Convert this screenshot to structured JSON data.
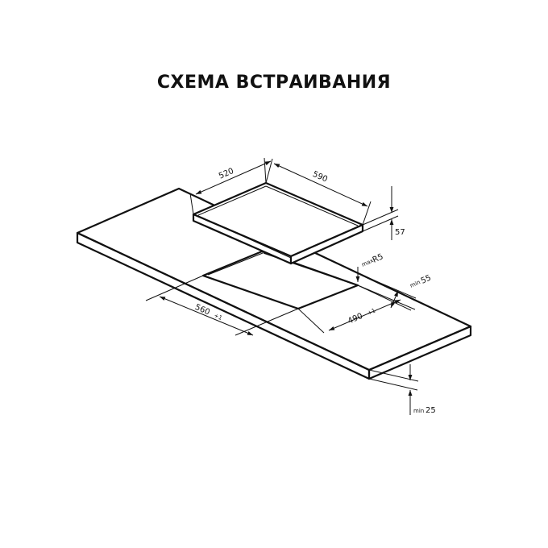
{
  "title": "СХЕМА ВСТРАИВАНИЯ",
  "dimensions": {
    "hob_depth": "520",
    "hob_width": "590",
    "hob_height": "57",
    "corner_radius_prefix": "max",
    "corner_radius": "R5",
    "edge_gap_prefix": "min",
    "edge_gap": "55",
    "cutout_width": "560",
    "cutout_width_tol": "+1",
    "cutout_depth": "490",
    "cutout_depth_tol": "+1",
    "thickness_prefix": "min",
    "thickness": "25"
  }
}
